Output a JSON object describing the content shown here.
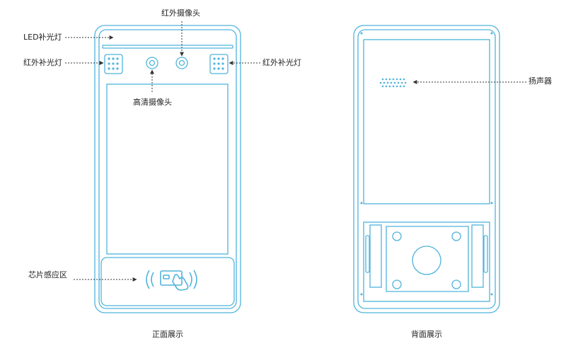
{
  "colors": {
    "outline": "#4fb3dc",
    "leader": "#333333",
    "label_text": "#222222"
  },
  "front": {
    "caption": "正面展示",
    "labels": {
      "led_light": "LED补光灯",
      "ir_light_left": "红外补光灯",
      "ir_light_right": "红外补光灯",
      "ir_camera": "红外摄像头",
      "hd_camera": "高清摄像头",
      "chip_sensor": "芯片感应区"
    }
  },
  "back": {
    "caption": "背面展示",
    "labels": {
      "speaker": "扬声器"
    }
  }
}
